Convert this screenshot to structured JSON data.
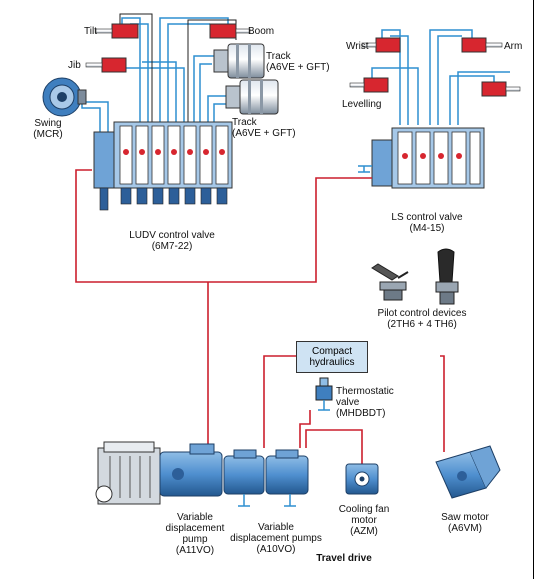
{
  "labels": {
    "tilt": "Tilt",
    "boom": "Boom",
    "jib": "Jib",
    "track1": [
      "Track",
      "(A6VE + GFT)"
    ],
    "track2": [
      "Track",
      "(A6VE + GFT)"
    ],
    "swing": [
      "Swing",
      "(MCR)"
    ],
    "ludv": [
      "LUDV control valve",
      "(6M7-22)"
    ],
    "wrist": "Wrist",
    "arm": "Arm",
    "levelling": "Levelling",
    "ls": [
      "LS control valve",
      "(M4-15)"
    ],
    "pilot": [
      "Pilot control devices",
      "(2TH6 + 4 TH6)"
    ],
    "compact": [
      "Compact",
      "hydraulics"
    ],
    "thermo": [
      "Thermostatic",
      "valve",
      "(MHDBDT)"
    ],
    "pump1": [
      "Variable",
      "displacement",
      "pump",
      "(A11VO)"
    ],
    "pump2": [
      "Variable",
      "displacement pumps",
      "(A10VO)"
    ],
    "fan": [
      "Cooling fan",
      "motor",
      "(AZM)"
    ],
    "saw": [
      "Saw motor",
      "(A6VM)"
    ],
    "travel": "Travel drive"
  },
  "colors": {
    "pressure_line": "#cc1f2d",
    "pilot_line": "#2e8fd0",
    "cylinder": "#d7262f",
    "component_blue": "#3f7fbf",
    "box_fill": "#cfe3f3"
  }
}
